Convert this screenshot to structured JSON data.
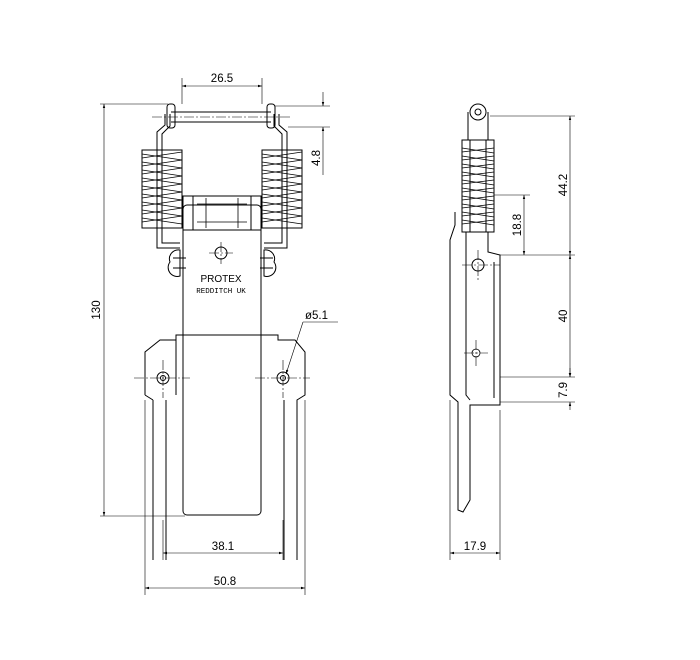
{
  "dimensions": {
    "top_width": "26.5",
    "offset_small": "4.8",
    "overall_height": "130",
    "hole_dia": "ø5.1",
    "hole_spacing": "38.1",
    "base_width": "50.8",
    "side_upper": "44.2",
    "side_mid": "18.8",
    "side_lower": "40",
    "side_bottom": "7.9",
    "side_depth": "17.9"
  },
  "marking": {
    "brand": "PROTEX",
    "origin": "REDDITCH UK"
  }
}
